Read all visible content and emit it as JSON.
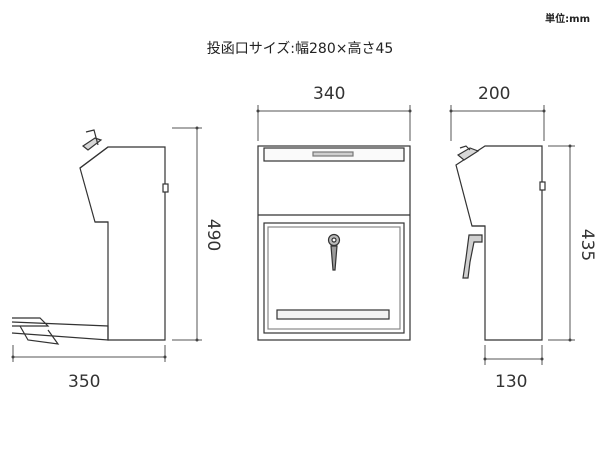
{
  "unit_label": "単位:mm",
  "title": "投函口サイズ:幅280×高さ45",
  "dimensions": {
    "front_width": "340",
    "front_height": "490",
    "side_top": "200",
    "side_height": "435",
    "left_depth": "350",
    "right_depth": "130"
  }
}
